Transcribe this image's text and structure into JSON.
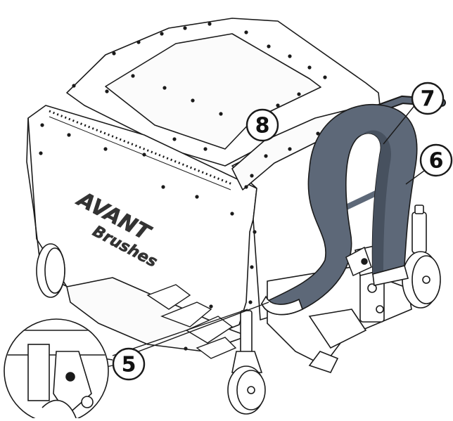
{
  "diagram": {
    "brand_logo": "AVANT",
    "brand_sub": "Brushes",
    "callouts": [
      {
        "label": "5"
      },
      {
        "label": "6"
      },
      {
        "label": "7"
      },
      {
        "label": "8"
      }
    ]
  },
  "colors": {
    "hose": "#5d6878",
    "hose_shadow": "#47515f",
    "line": "#1a1a1a",
    "panel": "#ffffff"
  }
}
